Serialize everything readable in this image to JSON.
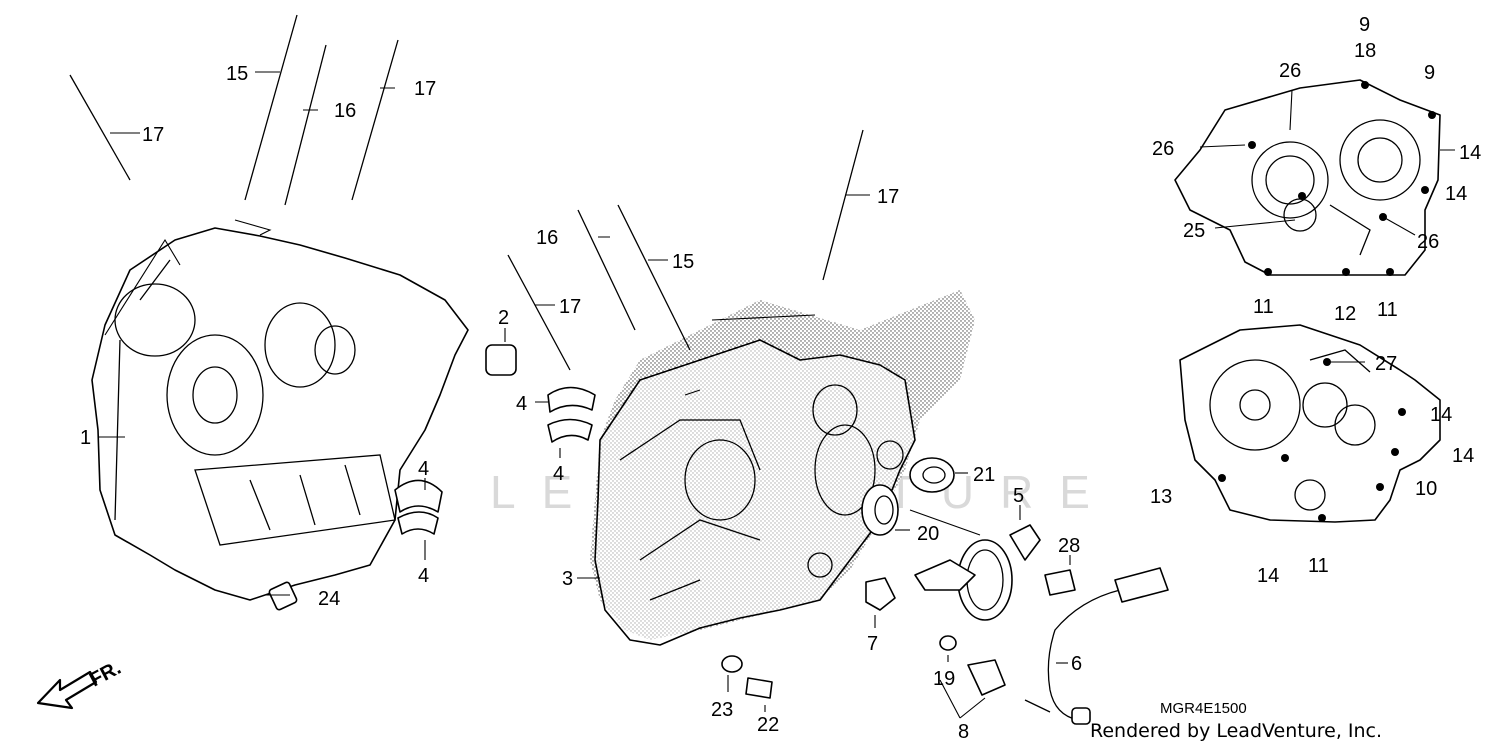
{
  "diagram": {
    "code": "MGR4E1500",
    "credit": "Rendered by LeadVenture, Inc.",
    "front_marker": "FR.",
    "watermark": "LEADVENTURE",
    "callouts": {
      "c1": "1",
      "c2": "2",
      "c3": "3",
      "c4a": "4",
      "c4b": "4",
      "c4c": "4",
      "c4d": "4",
      "c5": "5",
      "c6": "6",
      "c7": "7",
      "c8": "8",
      "c9a": "9",
      "c9b": "9",
      "c10": "10",
      "c11a": "11",
      "c11b": "11",
      "c11c": "11",
      "c12": "12",
      "c13": "13",
      "c14a": "14",
      "c14b": "14",
      "c14c": "14",
      "c14d": "14",
      "c14e": "14",
      "c15a": "15",
      "c15b": "15",
      "c16a": "16",
      "c16b": "16",
      "c17a": "17",
      "c17b": "17",
      "c17c": "17",
      "c17d": "17",
      "c18": "18",
      "c19": "19",
      "c20": "20",
      "c21": "21",
      "c22": "22",
      "c23": "23",
      "c24": "24",
      "c25": "25",
      "c26a": "26",
      "c26b": "26",
      "c26c": "26",
      "c27": "27",
      "c28": "28"
    }
  }
}
